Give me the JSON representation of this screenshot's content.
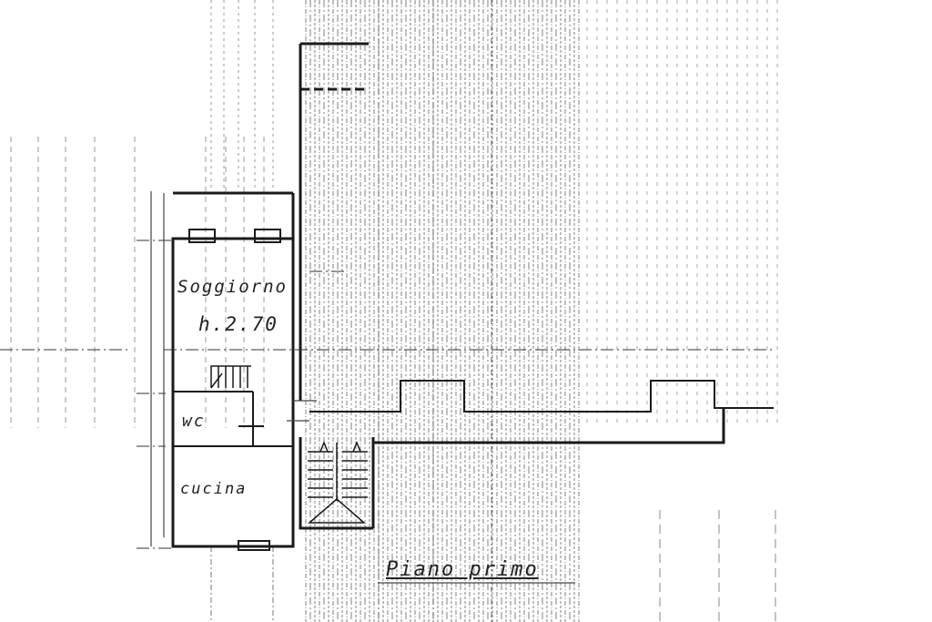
{
  "drawing": {
    "ink_color": "#1a1a1a",
    "hatch_color": "#555555",
    "paper_color": "#ffffff"
  },
  "labels": {
    "room_living": "Soggiorno",
    "room_height": "h.2.70",
    "room_wc": "wc",
    "room_kitchen": "cucina",
    "floor_title": "Piano primo"
  }
}
